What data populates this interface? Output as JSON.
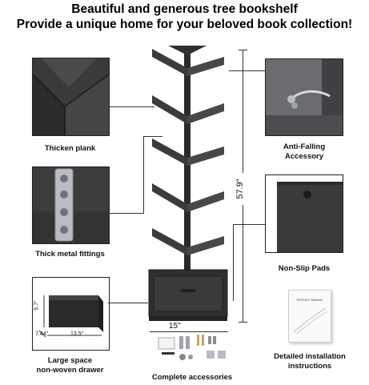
{
  "headline": {
    "line1": "Beautiful and generous tree bookshelf",
    "line2": "Provide a unique home for your beloved book collection!"
  },
  "features": {
    "thicken_plank": "Thicken plank",
    "metal_fittings": "Thick metal fittings",
    "drawer_line1": "Large space",
    "drawer_line2": "non-woven drawer",
    "anti_fall_line1": "Anti-Falling",
    "anti_fall_line2": "Accessory",
    "non_slip": "Non-Slip Pads",
    "install_line1": "Detailed installation",
    "install_line2": "instructions",
    "accessories": "Complete accessories"
  },
  "dimensions": {
    "height": "57.9\"",
    "width": "15\"",
    "drawer_height": "5.7\"",
    "drawer_depth": "7.44\"",
    "drawer_width": "13.5\""
  },
  "manual_title": "PRODUCT MANUAL",
  "colors": {
    "shelf": "#3b3b3e",
    "shelf_dark": "#2a2a2c",
    "drawer": "#2f2f31",
    "metal": "#b9bcc2"
  }
}
